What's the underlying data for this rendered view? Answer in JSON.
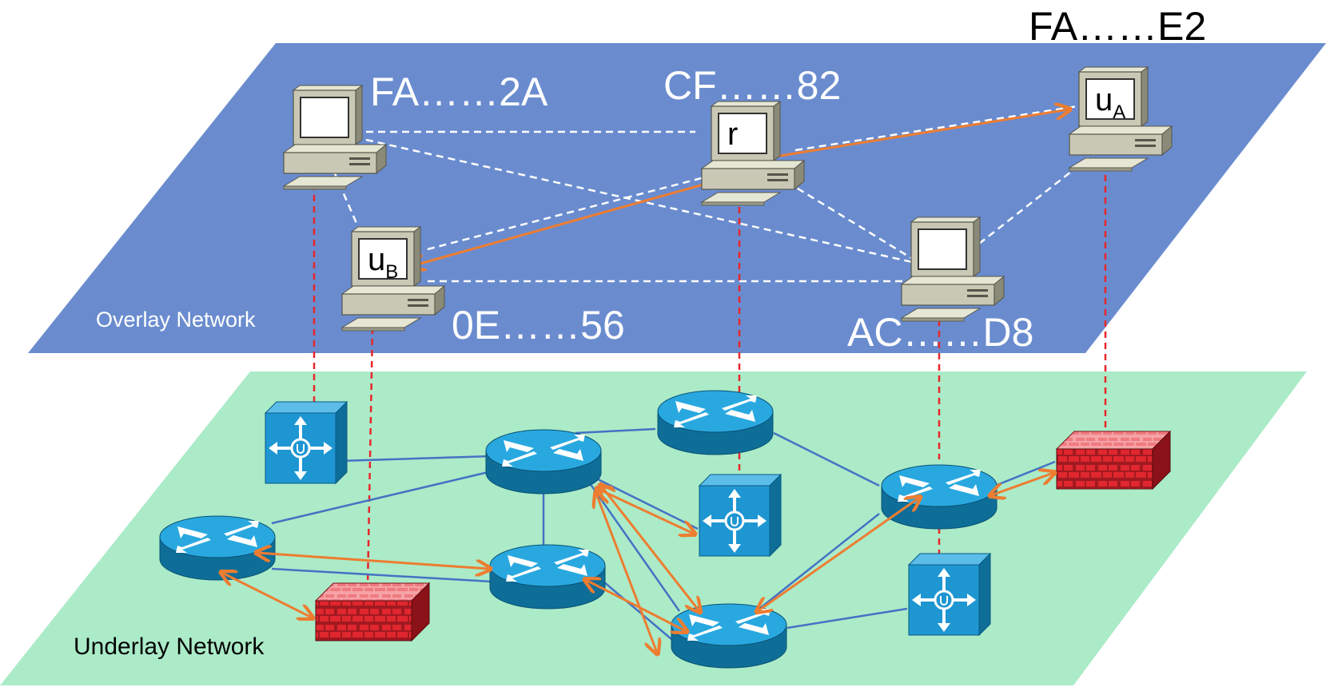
{
  "overlay": {
    "label": "Overlay Network",
    "color": "#6A8CCF",
    "nodes": [
      {
        "id": "fa2a",
        "address": "FA……2A",
        "screen": ""
      },
      {
        "id": "cf82",
        "address": "CF……82",
        "screen": "r"
      },
      {
        "id": "fae2",
        "address": "FA……E2",
        "screen": "u",
        "screen_sub": "A"
      },
      {
        "id": "0e56",
        "address": "0E……56",
        "screen": "u",
        "screen_sub": "B"
      },
      {
        "id": "acd8",
        "address": "AC……D8",
        "screen": ""
      }
    ]
  },
  "underlay": {
    "label": "Underlay Network",
    "color": "#ABEBC8",
    "device_types": [
      "router",
      "switch",
      "firewall"
    ]
  },
  "colors": {
    "overlay_link": "#FFFFFF",
    "mapping_link": "#E8262A",
    "route_arrow": "#ED7D31",
    "underlay_link": "#4472C4",
    "router_top": "#29A8E0",
    "router_side": "#0E6E98",
    "switch_face": "#1E96D2",
    "firewall_brick": "#E0262E"
  }
}
